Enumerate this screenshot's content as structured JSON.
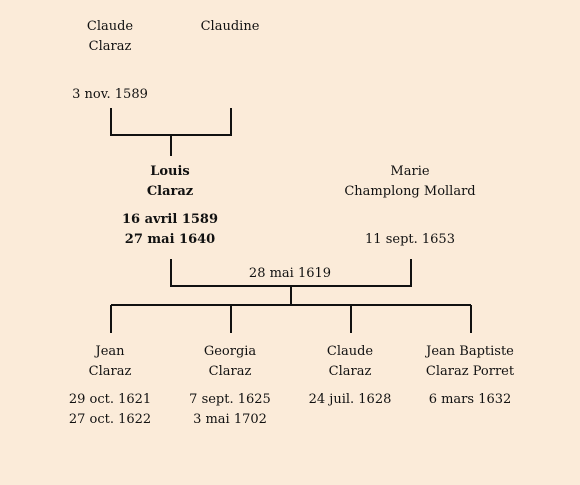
{
  "gen1": {
    "father": {
      "first": "Claude",
      "last": "Claraz",
      "date": "3 nov. 1589"
    },
    "mother": {
      "first": "Claudine"
    }
  },
  "gen2": {
    "subject": {
      "first": "Louis",
      "last": "Claraz",
      "birth": "16 avril 1589",
      "death": "27 mai 1640"
    },
    "spouse": {
      "first": "Marie",
      "last": "Champlong Mollard",
      "date": "11 sept. 1653"
    },
    "marriage_date": "28 mai 1619"
  },
  "children": [
    {
      "first": "Jean",
      "last": "Claraz",
      "birth": "29 oct. 1621",
      "death": "27 oct. 1622"
    },
    {
      "first": "Georgia",
      "last": "Claraz",
      "birth": "7 sept. 1625",
      "death": "3 mai 1702"
    },
    {
      "first": "Claude",
      "last": "Claraz",
      "birth": "24 juil. 1628",
      "death": ""
    },
    {
      "first": "Jean Baptiste",
      "last": "Claraz Porret",
      "birth": "6 mars 1632",
      "death": ""
    }
  ],
  "colors": {
    "background": "#fbebd9",
    "line": "#111111"
  }
}
